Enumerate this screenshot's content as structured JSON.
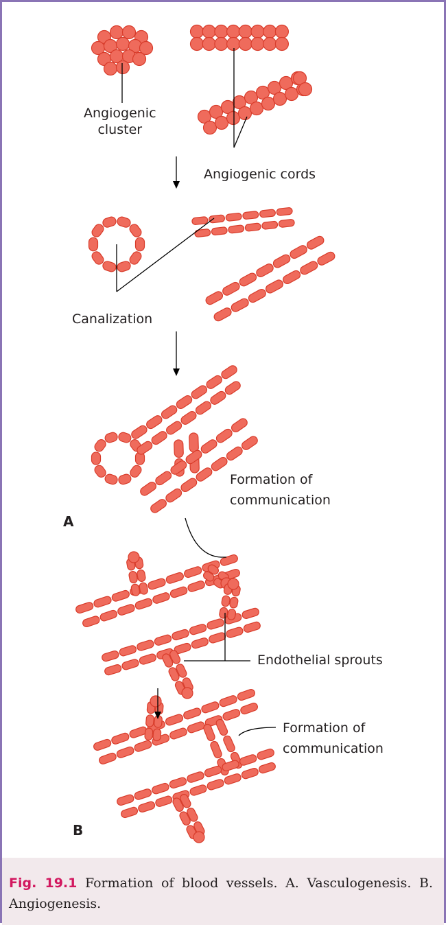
{
  "labels": {
    "angiogenic_cluster": "Angiogenic\ncluster",
    "angiogenic_cords": "Angiogenic cords",
    "canalization": "Canalization",
    "formation_a": "Formation of\ncommunication",
    "endothelial_sprouts": "Endothelial sprouts",
    "formation_b": "Formation of\ncommunication"
  },
  "panels": {
    "a": "A",
    "b": "B"
  },
  "caption": {
    "label": "Fig. 19.1",
    "text": "Formation of blood vessels. A. Vasculogenesis. B. Angiogenesis."
  },
  "colors": {
    "cell_fill": "#ef6b5c",
    "cell_stroke": "#d83c2b",
    "frame": "#8a74b5",
    "caption_bg": "#f2e9ec",
    "caption_label": "#d2185f"
  }
}
